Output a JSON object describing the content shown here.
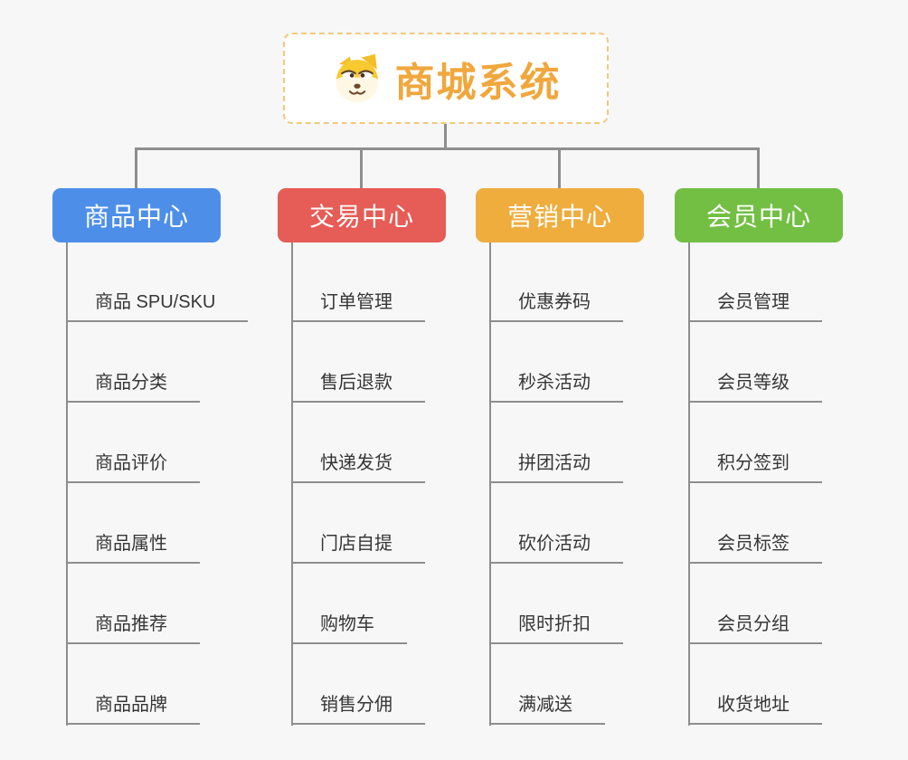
{
  "root": {
    "title": "商城系统",
    "title_color": "#F0A73D",
    "border_color": "#F3C87E",
    "icon": "dog-icon"
  },
  "branches": [
    {
      "label": "商品中心",
      "color": "#4D8FE8",
      "children": [
        "商品 SPU/SKU",
        "商品分类",
        "商品评价",
        "商品属性",
        "商品推荐",
        "商品品牌"
      ]
    },
    {
      "label": "交易中心",
      "color": "#E65C56",
      "children": [
        "订单管理",
        "售后退款",
        "快递发货",
        "门店自提",
        "购物车",
        "销售分佣"
      ]
    },
    {
      "label": "营销中心",
      "color": "#EFAD3E",
      "children": [
        "优惠券码",
        "秒杀活动",
        "拼团活动",
        "砍价活动",
        "限时折扣",
        "满减送"
      ]
    },
    {
      "label": "会员中心",
      "color": "#73BF44",
      "children": [
        "会员管理",
        "会员等级",
        "积分签到",
        "会员标签",
        "会员分组",
        "收货地址"
      ]
    }
  ],
  "connector_color": "#8E8E8E",
  "underline_color": "#999999"
}
